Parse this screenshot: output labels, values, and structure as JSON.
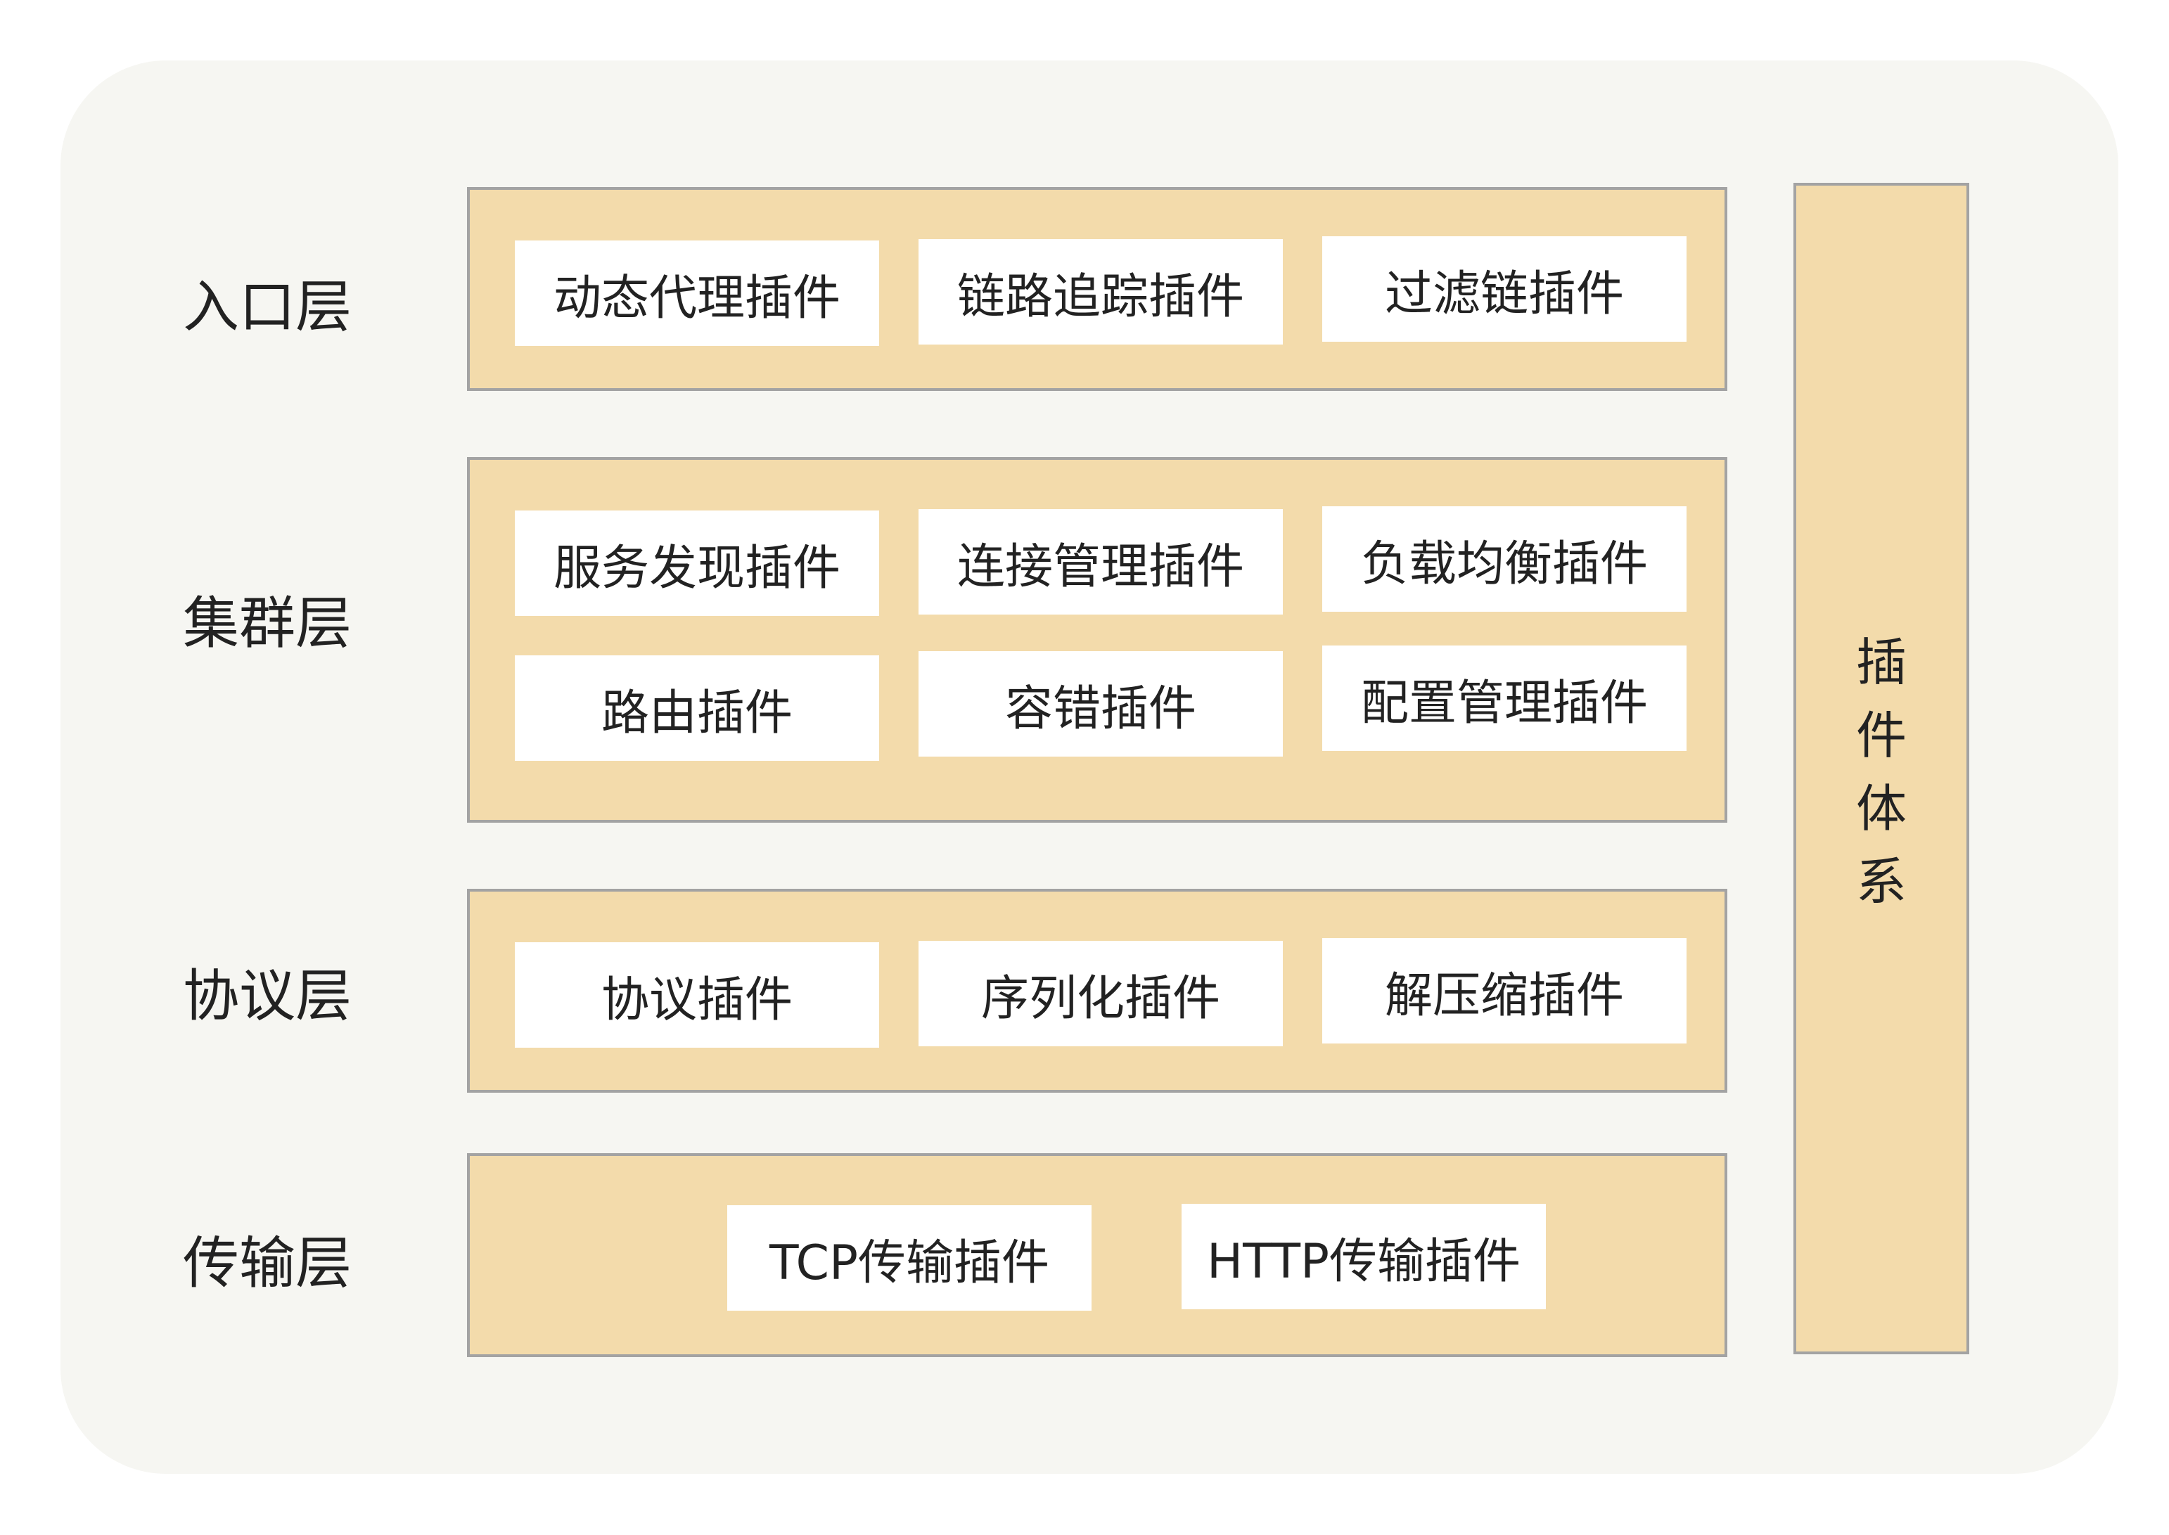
{
  "layers": [
    {
      "label": "入口层",
      "plugins": [
        "动态代理插件",
        "链路追踪插件",
        "过滤链插件"
      ]
    },
    {
      "label": "集群层",
      "plugins": [
        "服务发现插件",
        "连接管理插件",
        "负载均衡插件",
        "路由插件",
        "容错插件",
        "配置管理插件"
      ]
    },
    {
      "label": "协议层",
      "plugins": [
        "协议插件",
        "序列化插件",
        "解压缩插件"
      ]
    },
    {
      "label": "传输层",
      "plugins": [
        "TCP传输插件",
        "HTTP传输插件"
      ]
    }
  ],
  "plugin_system": {
    "chars": [
      "插",
      "件",
      "体",
      "系"
    ]
  },
  "colors": {
    "background_panel": "#f6f6f2",
    "layer_fill": "#f3dbab",
    "layer_border": "#a3a3a3",
    "plugin_fill": "#ffffff",
    "text": "#222222"
  }
}
